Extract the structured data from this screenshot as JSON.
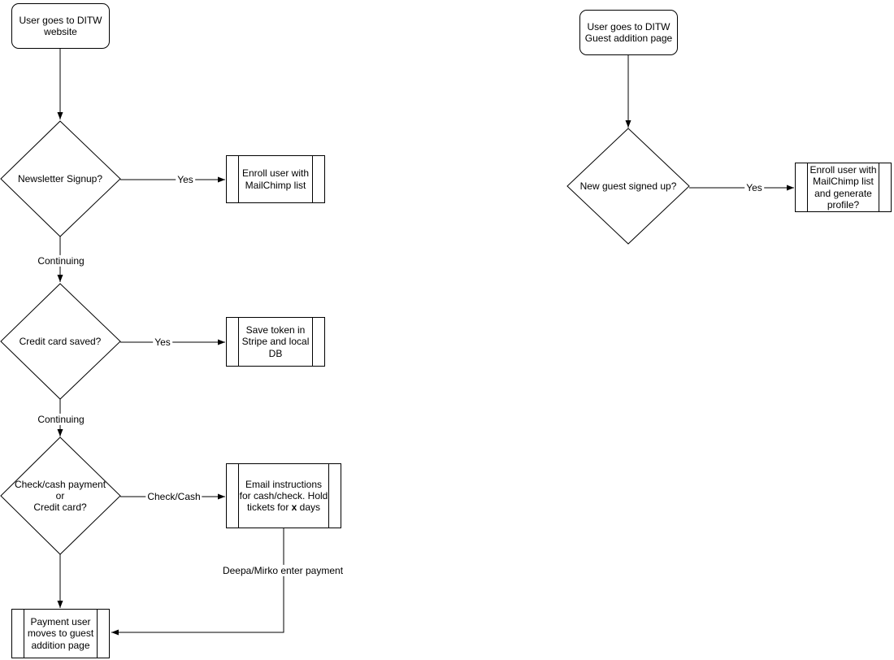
{
  "colors": {
    "stroke": "#000000",
    "fill": "#ffffff",
    "text": "#000000"
  },
  "left_flow": {
    "start_label": "User goes to DITW\nwebsite",
    "newsletter_question": "Newsletter Signup?",
    "newsletter_yes": "Yes",
    "enroll_label": "Enroll user with\nMailChimp list",
    "continuing_1": "Continuing",
    "credit_question": "Credit card saved?",
    "credit_yes": "Yes",
    "save_token_label": "Save token in\nStripe and local\nDB",
    "continuing_2": "Continuing",
    "payment_question": "Check/cash payment\nor\nCredit card?",
    "check_cash_label": "Check/Cash",
    "email_prefix": "Email instructions\nfor cash/check. Hold\ntickets for ",
    "email_bold": "x",
    "email_suffix": " days",
    "deepa_label": "Deepa/Mirko enter payment",
    "payment_user_label": "Payment user\nmoves to guest\naddition page"
  },
  "right_flow": {
    "start_label": "User goes to DITW\nGuest addition page",
    "guest_question": "New guest signed up?",
    "guest_yes": "Yes",
    "enroll_generate_label": "Enroll user with\nMailChimp list\nand generate\nprofile?"
  }
}
